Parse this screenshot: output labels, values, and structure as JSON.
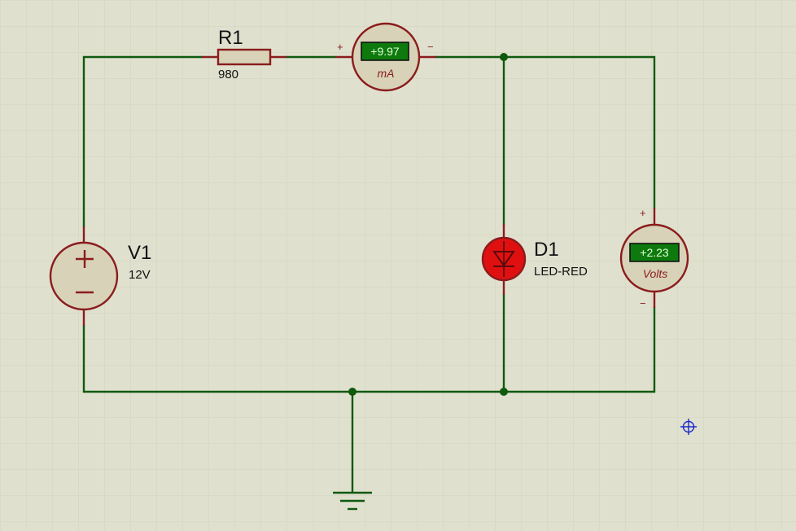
{
  "colors": {
    "background": "#e0e0cf",
    "grid": "#d2d2c0",
    "wire": "#0f5a0f",
    "component_outline": "#8a1c1c",
    "component_fill": "#d8d2b8",
    "led_fill": "#e01010",
    "display_fill": "#0e7a0e",
    "display_text": "#dfffd6",
    "cursor": "#1a2ac8"
  },
  "components": {
    "resistor": {
      "ref": "R1",
      "value": "980"
    },
    "source": {
      "ref": "V1",
      "value": "12V",
      "plus": "+",
      "minus": "−"
    },
    "led": {
      "ref": "D1",
      "value": "LED-RED"
    },
    "ammeter": {
      "reading": "+9.97",
      "unit": "mA",
      "plus": "+",
      "minus": "−"
    },
    "voltmeter": {
      "reading": "+2.23",
      "unit": "Volts",
      "plus": "+",
      "minus": "−"
    }
  },
  "icons": {
    "ground": "ground-symbol-icon",
    "cursor": "crosshair-cursor-icon"
  }
}
